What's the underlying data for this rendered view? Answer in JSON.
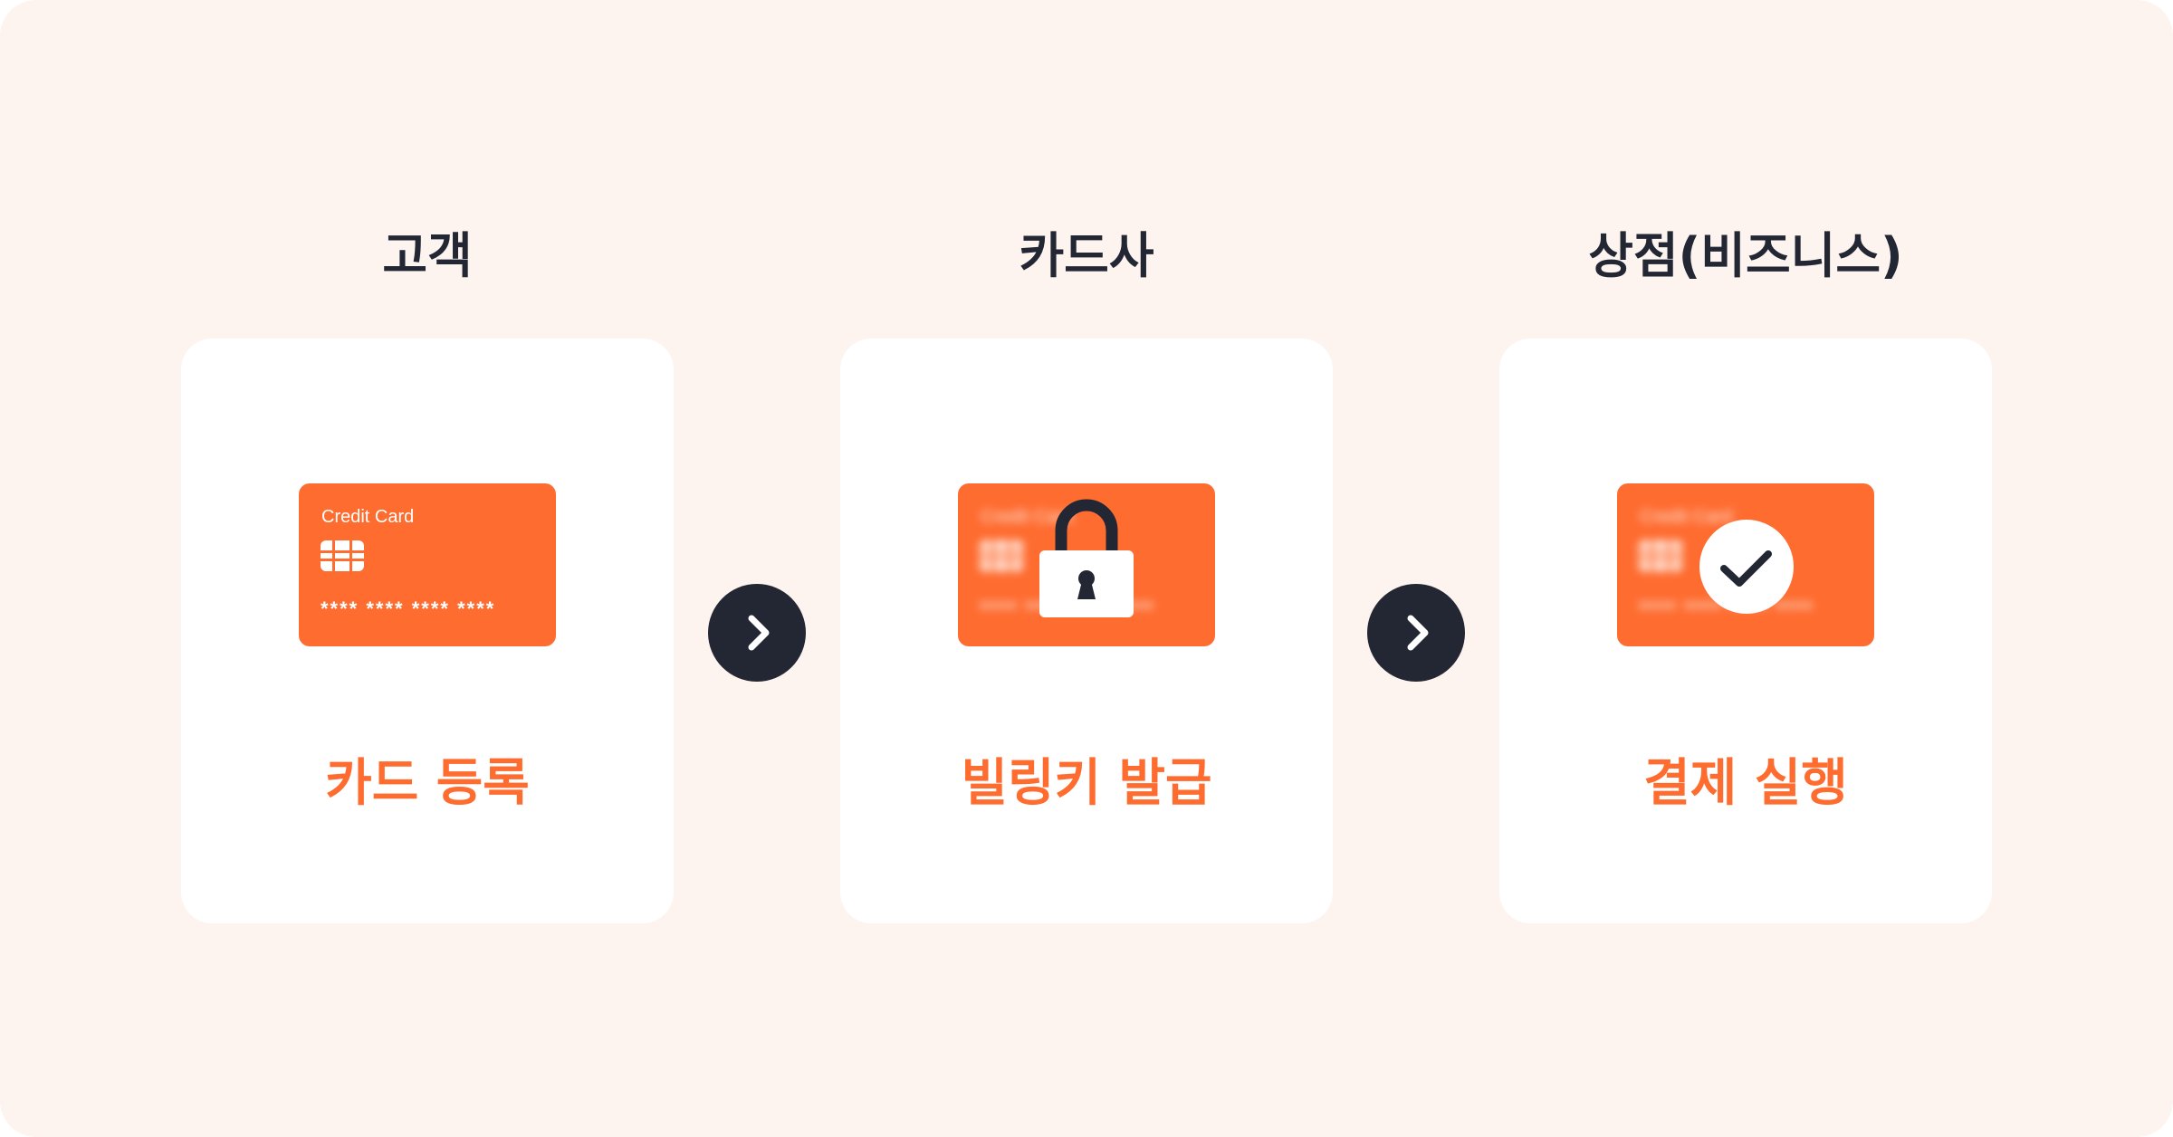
{
  "steps": [
    {
      "title": "고객",
      "card": {
        "brand": "Credit Card",
        "number": "**** **** **** ****"
      },
      "label": "카드 등록",
      "overlay_icon": "none"
    },
    {
      "title": "카드사",
      "card": {
        "brand": "Credit Card",
        "number": "**** **** **** ****"
      },
      "label": "빌링키 발급",
      "overlay_icon": "padlock-icon"
    },
    {
      "title": "상점(비즈니스)",
      "card": {
        "brand": "Credit Card",
        "number": "**** **** **** ****"
      },
      "label": "결제 실행",
      "overlay_icon": "checkmark-icon"
    }
  ],
  "connectors": [
    "chevron-right-icon",
    "chevron-right-icon"
  ],
  "colors": {
    "background": "#fdf3ef",
    "panel": "#ffffff",
    "accent": "#fe6c30",
    "dark": "#222733"
  }
}
